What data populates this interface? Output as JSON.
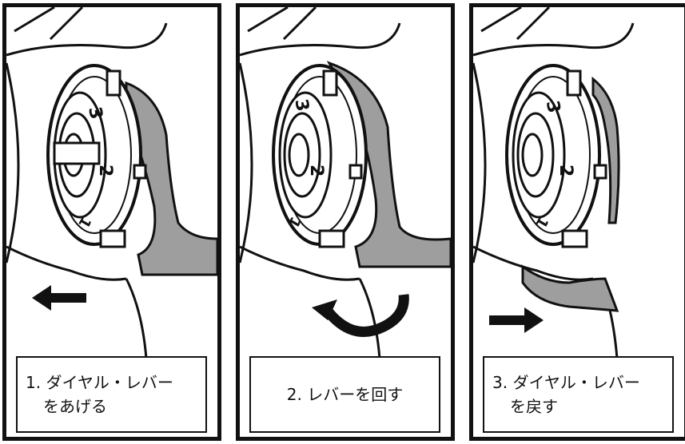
{
  "panels": [
    {
      "caption_line1": "1. ダイヤル・レバー",
      "caption_line2": "をあげる",
      "arrow": "arrow-left"
    },
    {
      "caption_line1": "2. レバーを回す",
      "caption_line2": "",
      "arrow": "arrow-rotate"
    },
    {
      "caption_line1": "3. ダイヤル・レバー",
      "caption_line2": "を戻す",
      "arrow": "arrow-right"
    }
  ],
  "dial_numbers": [
    "3",
    "2",
    "1"
  ],
  "colors": {
    "outline": "#111111",
    "lever": "#9e9e9e",
    "background": "#ffffff"
  }
}
